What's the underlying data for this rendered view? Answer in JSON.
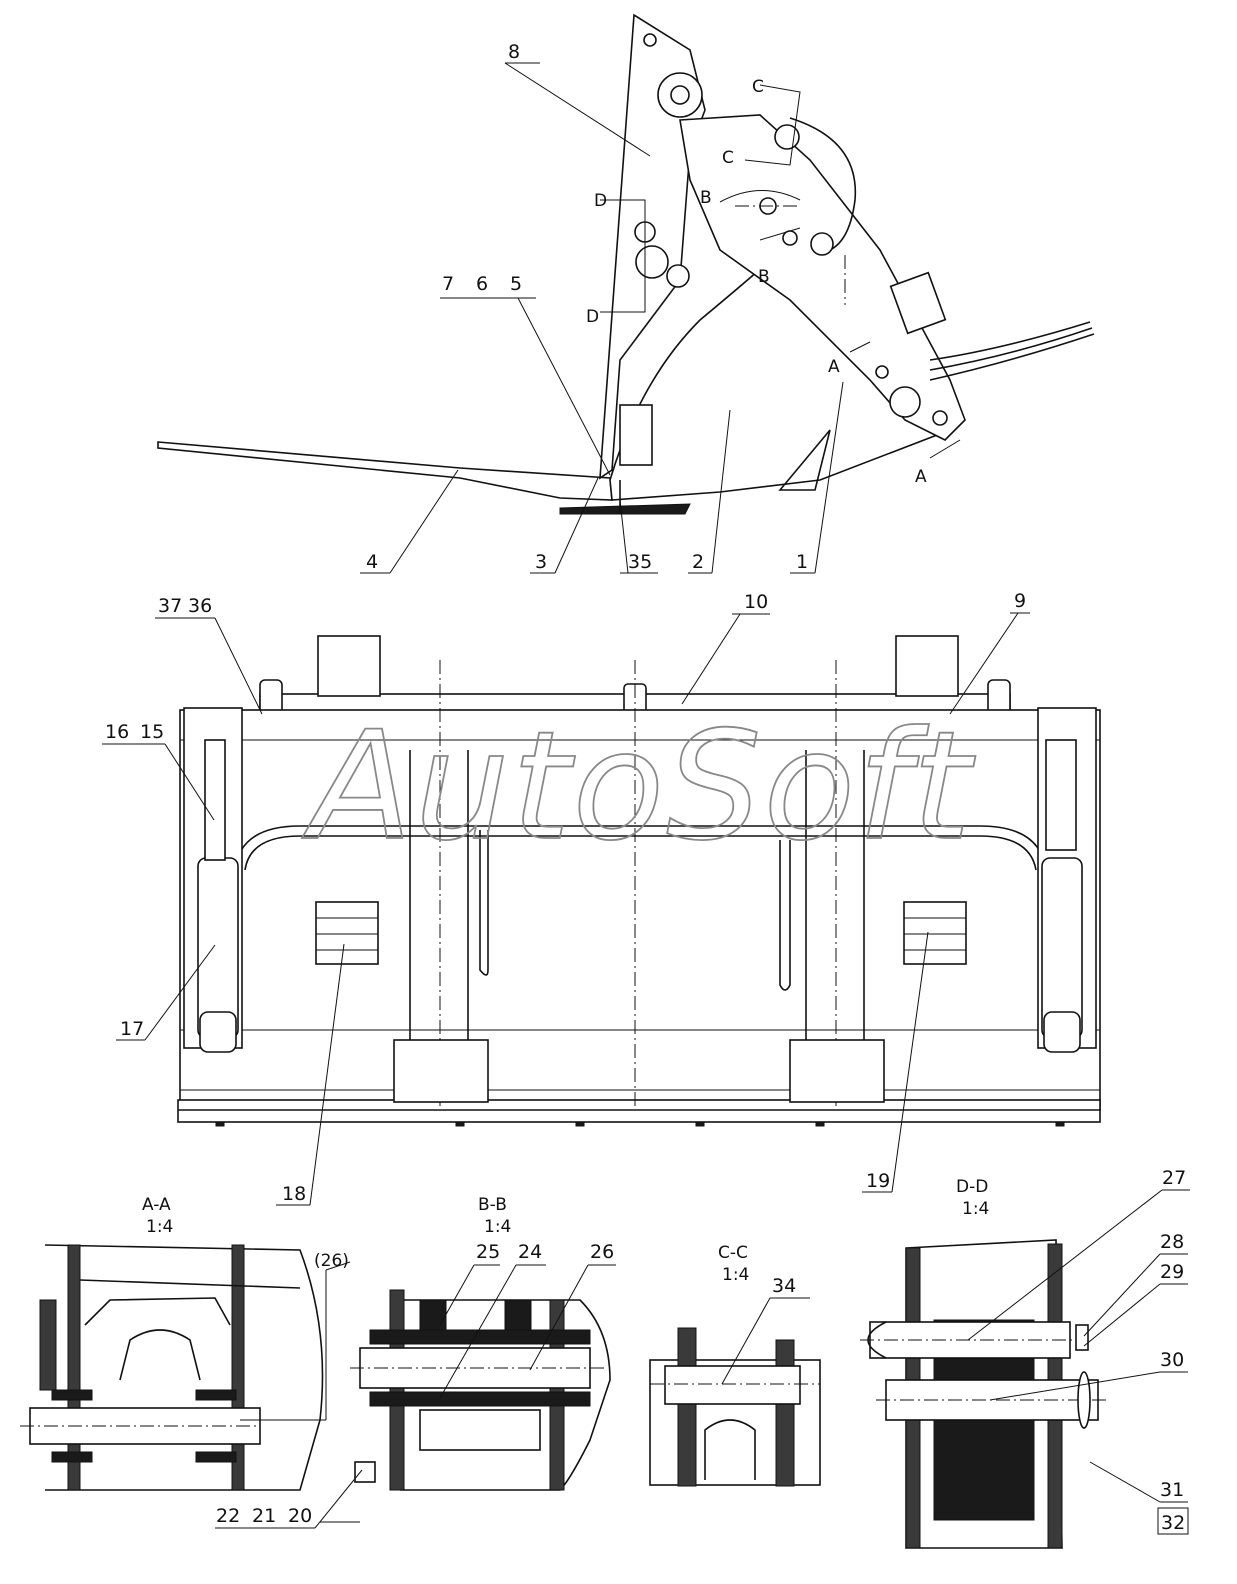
{
  "callouts": {
    "c1": "1",
    "c2": "2",
    "c3": "3",
    "c4": "4",
    "c5": "5",
    "c6": "6",
    "c7": "7",
    "c8": "8",
    "c9": "9",
    "c10": "10",
    "c15": "15",
    "c16": "16",
    "c17": "17",
    "c18": "18",
    "c19": "19",
    "c20": "20",
    "c21": "21",
    "c22": "22",
    "c24": "24",
    "c25": "25",
    "c26": "26",
    "c26p": "(26)",
    "c27": "27",
    "c28": "28",
    "c29": "29",
    "c30": "30",
    "c31": "31",
    "c32": "32",
    "c34": "34",
    "c35": "35",
    "c36": "36",
    "c37": "37"
  },
  "section_marks": {
    "a": "A",
    "b": "B",
    "c": "C",
    "d": "D"
  },
  "sections": {
    "aa": {
      "title": "A-A",
      "scale": "1:4"
    },
    "bb": {
      "title": "B-B",
      "scale": "1:4"
    },
    "cc": {
      "title": "C-C",
      "scale": "1:4"
    },
    "dd": {
      "title": "D-D",
      "scale": "1:4"
    }
  },
  "watermark": "AutoSoft"
}
